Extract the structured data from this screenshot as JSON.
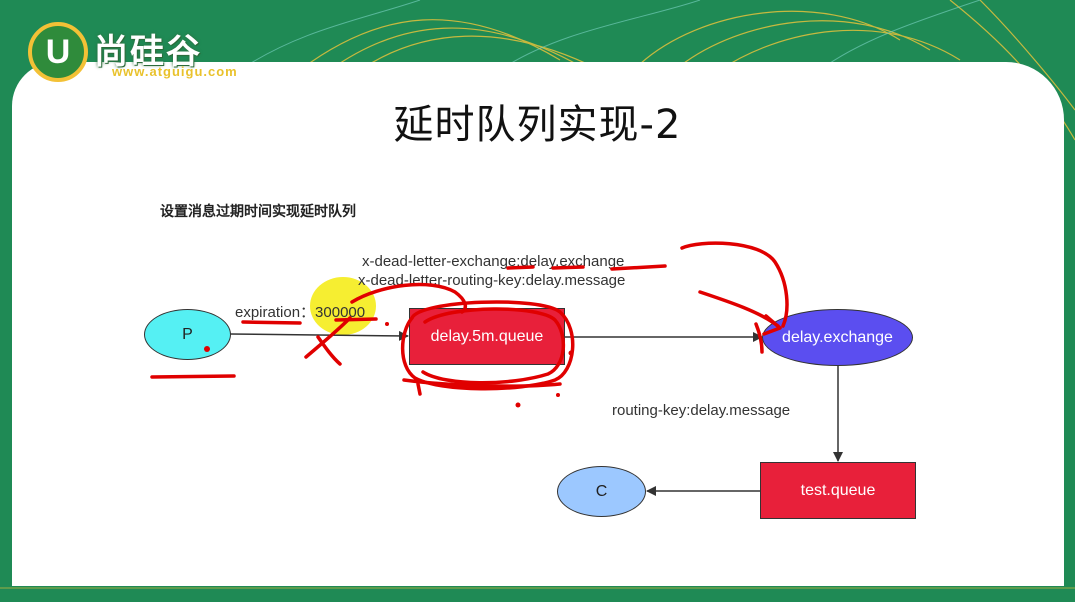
{
  "logo": {
    "brand": "尚硅谷",
    "url": "www.atguigu.com",
    "mark": "U"
  },
  "slide": {
    "title": "延时队列实现-2",
    "subtitle": "设置消息过期时间实现延时队列"
  },
  "diagram": {
    "nodes": {
      "producer": "P",
      "delay_queue": "delay.5m.queue",
      "delay_exchange": "delay.exchange",
      "test_queue": "test.queue",
      "consumer": "C"
    },
    "labels": {
      "expiration": "expiration：300000",
      "dead_letter_exchange": "x-dead-letter-exchange:delay.exchange",
      "dead_letter_routing_key": "x-dead-letter-routing-key:delay.message",
      "routing_key": "routing-key:delay.message"
    }
  },
  "colors": {
    "producer": "#55f0f3",
    "delay_queue": "#e8203a",
    "delay_exchange": "#5b4ef0",
    "test_queue": "#e8203a",
    "consumer": "#9cc8ff",
    "annotation_red": "#e00000",
    "annotation_yellow": "#f5ec1b"
  }
}
